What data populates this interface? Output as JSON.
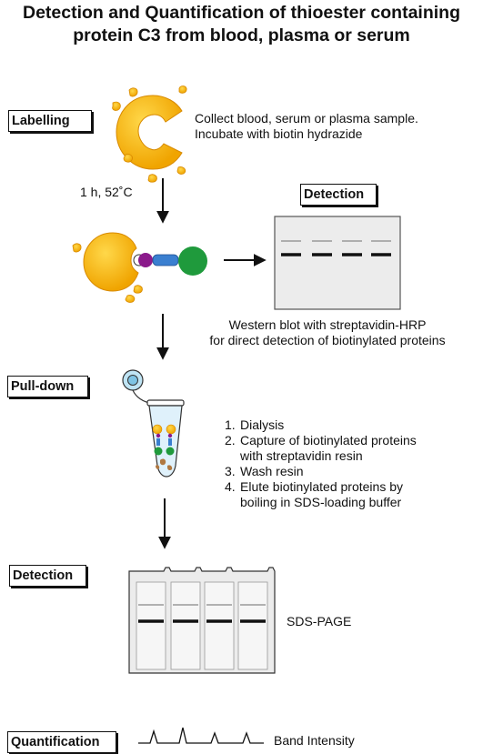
{
  "title": {
    "line1": "Detection and Quantification of thioester containing",
    "line2": "protein C3 from blood, plasma or serum"
  },
  "stages": {
    "labelling": "Labelling",
    "detection_top": "Detection",
    "pulldown": "Pull-down",
    "detection_bottom": "Detection",
    "quantification": "Quantification"
  },
  "labelling_text": {
    "line1": "Collect blood, serum or plasma sample.",
    "line2": "Incubate with biotin hydrazide"
  },
  "condition": "1 h, 52˚C",
  "western_text": {
    "line1": "Western blot with streptavidin-HRP",
    "line2": "for direct detection of biotinylated proteins"
  },
  "pulldown_steps": [
    {
      "num": "1.",
      "text": "Dialysis"
    },
    {
      "num": "2.",
      "text": "Capture of biotinylated proteins",
      "cont": "with streptavidin resin"
    },
    {
      "num": "3.",
      "text": "Wash resin"
    },
    {
      "num": "4.",
      "text": "Elute biotinylated proteins by",
      "cont": "boiling in SDS-loading buffer"
    }
  ],
  "sds_label": "SDS-PAGE",
  "band_label": "Band Intensity",
  "colors": {
    "protein": "#f5b800",
    "protein_edge": "#e08a00",
    "purple": "#8b1a8b",
    "blue": "#3a7fd0",
    "green": "#1f9a3c",
    "gel_bg": "#ececec",
    "lane_bg": "#f4f4f4",
    "band": "#111111",
    "faint_band": "#9a9a9a"
  }
}
